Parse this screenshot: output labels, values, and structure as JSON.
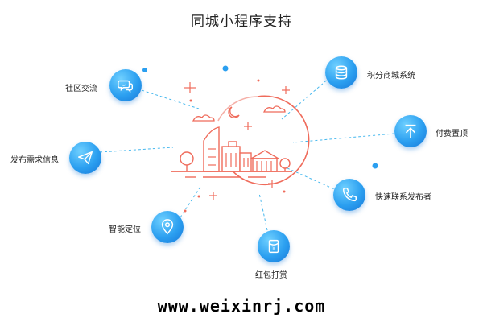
{
  "title": "同城小程序支持",
  "features": {
    "community": {
      "label": "社区交流",
      "icon": "chat-bubbles-icon"
    },
    "publish": {
      "label": "发布需求信息",
      "icon": "paper-plane-icon"
    },
    "location": {
      "label": "智能定位",
      "icon": "location-pin-icon"
    },
    "redpacket": {
      "label": "红包打赏",
      "icon": "red-packet-icon"
    },
    "points": {
      "label": "积分商城系统",
      "icon": "coin-stack-icon"
    },
    "paytop": {
      "label": "付费置顶",
      "icon": "arrow-up-icon"
    },
    "contact": {
      "label": "快速联系发布者",
      "icon": "phone-icon"
    }
  },
  "footer": "www.weixinrj.com",
  "colors": {
    "accent": "#2b9ff0",
    "illustration": "#ef6b5b",
    "dashed_line": "#47b8ee"
  }
}
